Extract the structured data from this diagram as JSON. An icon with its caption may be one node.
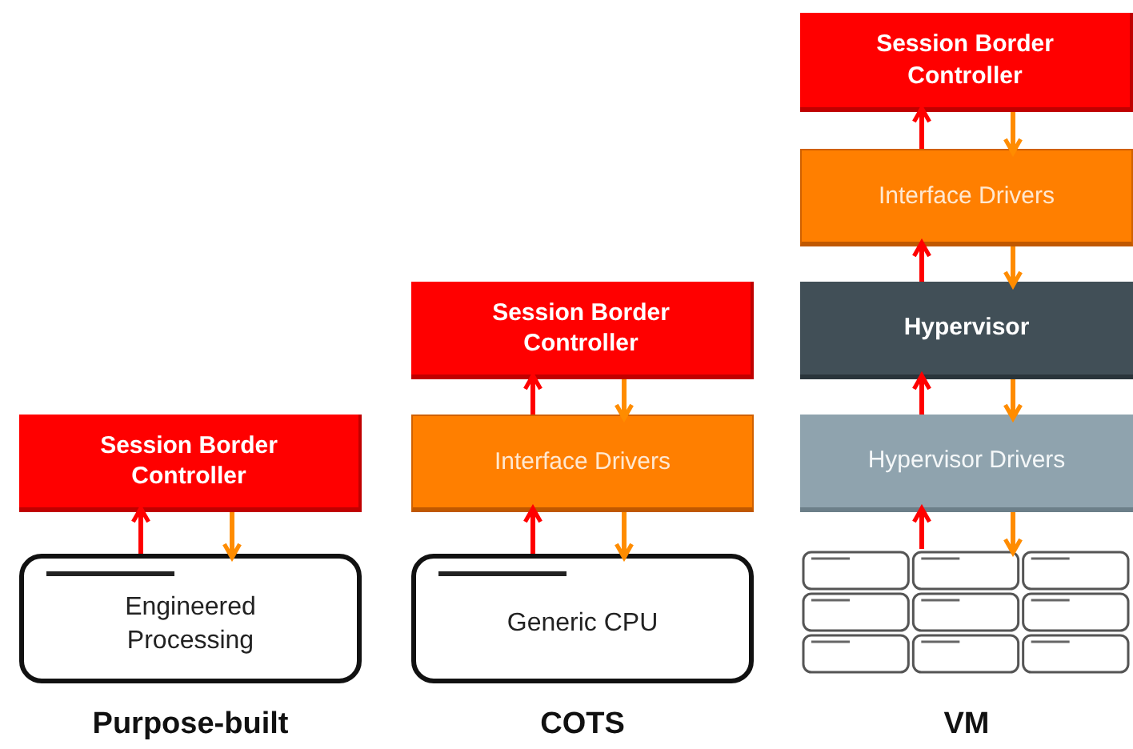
{
  "diagram": {
    "nodes": [
      {
        "text": [
          "Session Border Controller"
        ]
      },
      {
        "text": [
          "Engineered Processing"
        ]
      },
      {
        "text": [
          "Session Border Controller"
        ]
      },
      {
        "text": [
          "Interface Drivers"
        ]
      },
      {
        "text": [
          "Generic CPU"
        ]
      },
      {
        "text": [
          "Session Border Controller"
        ]
      },
      {
        "text": [
          "Interface Drivers"
        ]
      },
      {
        "text": [
          "Hypervisor"
        ]
      },
      {
        "text": [
          "Hypervisor Drivers"
        ]
      },
      {
        "text": [],
        "shape": "picture"
      }
    ],
    "edges": [
      {
        "from": 1,
        "to": 0,
        "arrow": "to",
        "color": "#ff0000"
      },
      {
        "from": 0,
        "to": 1,
        "arrow": "to",
        "color": "#ff8c00"
      },
      {
        "from": 4,
        "to": 3,
        "arrow": "to",
        "color": "#ff0000"
      },
      {
        "from": 3,
        "to": 4,
        "arrow": "to",
        "color": "#ff8c00"
      },
      {
        "from": 3,
        "to": 2,
        "arrow": "to",
        "color": "#ff0000"
      },
      {
        "from": 2,
        "to": 3,
        "arrow": "to",
        "color": "#ff8c00"
      },
      {
        "from": 9,
        "to": 8,
        "arrow": "to",
        "color": "#ff0000"
      },
      {
        "from": 8,
        "to": 9,
        "arrow": "to",
        "color": "#ff8c00"
      },
      {
        "from": 8,
        "to": 7,
        "arrow": "to",
        "color": "#ff0000"
      },
      {
        "from": 7,
        "to": 8,
        "arrow": "to",
        "color": "#ff8c00"
      },
      {
        "from": 7,
        "to": 6,
        "arrow": "to",
        "color": "#ff0000"
      },
      {
        "from": 6,
        "to": 7,
        "arrow": "to",
        "color": "#ff8c00"
      },
      {
        "from": 6,
        "to": 5,
        "arrow": "to",
        "color": "#ff0000"
      },
      {
        "from": 5,
        "to": 6,
        "arrow": "to",
        "color": "#ff8c00"
      }
    ],
    "labels": [
      "Purpose-built",
      "COTS",
      "VM"
    ]
  }
}
